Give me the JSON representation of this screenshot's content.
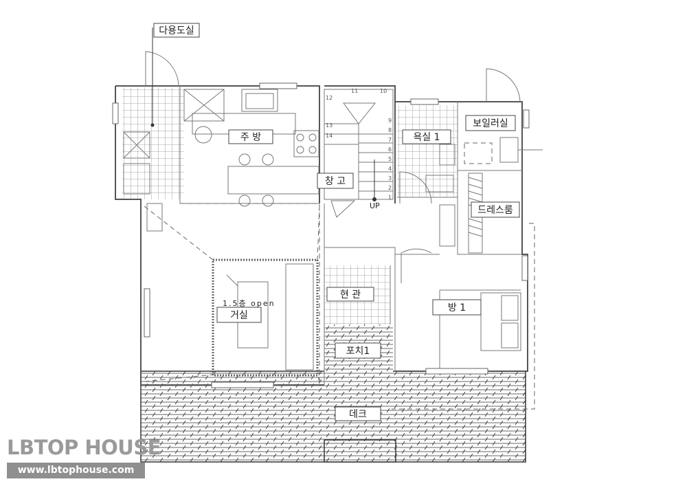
{
  "rooms": {
    "utility_room": "다용도실",
    "kitchen": "주 방",
    "bathroom": "욕실 1",
    "boiler_room": "보일러실",
    "storage": "창 고",
    "dress_room": "드레스룸",
    "entrance": "현 관",
    "bedroom": "방 1",
    "living": "거실",
    "porch": "포치1",
    "terrace": "데크"
  },
  "annotations": {
    "open_note": "1.5층 open",
    "stair_up": "UP",
    "stair_steps": [
      "1",
      "2",
      "3",
      "4",
      "5",
      "6",
      "7",
      "8",
      "9",
      "10",
      "11",
      "12",
      "13",
      "14"
    ]
  },
  "watermark": {
    "title": "LBTOP HOUSE",
    "url": "www.lbtophouse.com"
  },
  "colors": {
    "wall": "#555555",
    "tile": "#8a8a8a",
    "deck_hatch": "#333333",
    "watermark_text": "#9a9a9a",
    "watermark_bg": "#8f8f8f"
  }
}
